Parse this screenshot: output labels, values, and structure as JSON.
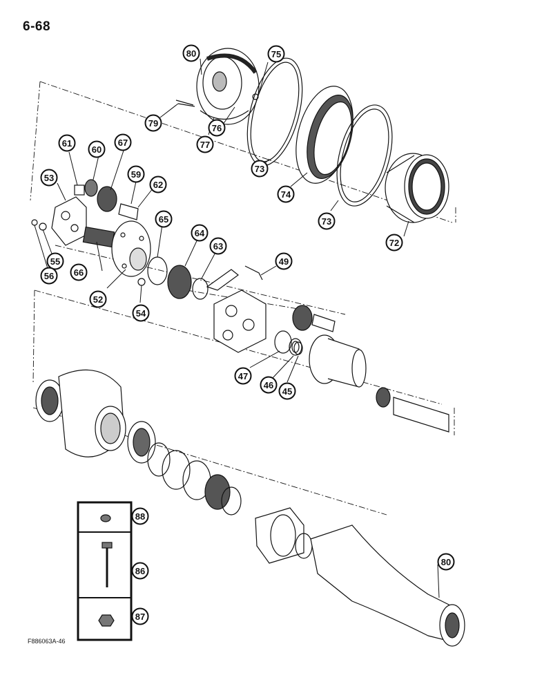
{
  "page_number": "6-68",
  "figure_code": "F886063A-46",
  "callouts": [
    {
      "id": "80",
      "label": "80"
    },
    {
      "id": "75",
      "label": "75"
    },
    {
      "id": "79",
      "label": "79"
    },
    {
      "id": "76",
      "label": "76"
    },
    {
      "id": "77",
      "label": "77"
    },
    {
      "id": "73a",
      "label": "73"
    },
    {
      "id": "74",
      "label": "74"
    },
    {
      "id": "73b",
      "label": "73"
    },
    {
      "id": "72",
      "label": "72"
    },
    {
      "id": "61",
      "label": "61"
    },
    {
      "id": "60",
      "label": "60"
    },
    {
      "id": "67",
      "label": "67"
    },
    {
      "id": "59",
      "label": "59"
    },
    {
      "id": "62",
      "label": "62"
    },
    {
      "id": "53",
      "label": "53"
    },
    {
      "id": "65",
      "label": "65"
    },
    {
      "id": "64",
      "label": "64"
    },
    {
      "id": "63",
      "label": "63"
    },
    {
      "id": "49",
      "label": "49"
    },
    {
      "id": "55",
      "label": "55"
    },
    {
      "id": "56",
      "label": "56"
    },
    {
      "id": "66",
      "label": "66"
    },
    {
      "id": "52",
      "label": "52"
    },
    {
      "id": "54",
      "label": "54"
    },
    {
      "id": "47",
      "label": "47"
    },
    {
      "id": "46",
      "label": "46"
    },
    {
      "id": "45",
      "label": "45"
    },
    {
      "id": "88",
      "label": "88"
    },
    {
      "id": "86",
      "label": "86"
    },
    {
      "id": "87",
      "label": "87"
    },
    {
      "id": "80b",
      "label": "80"
    }
  ]
}
